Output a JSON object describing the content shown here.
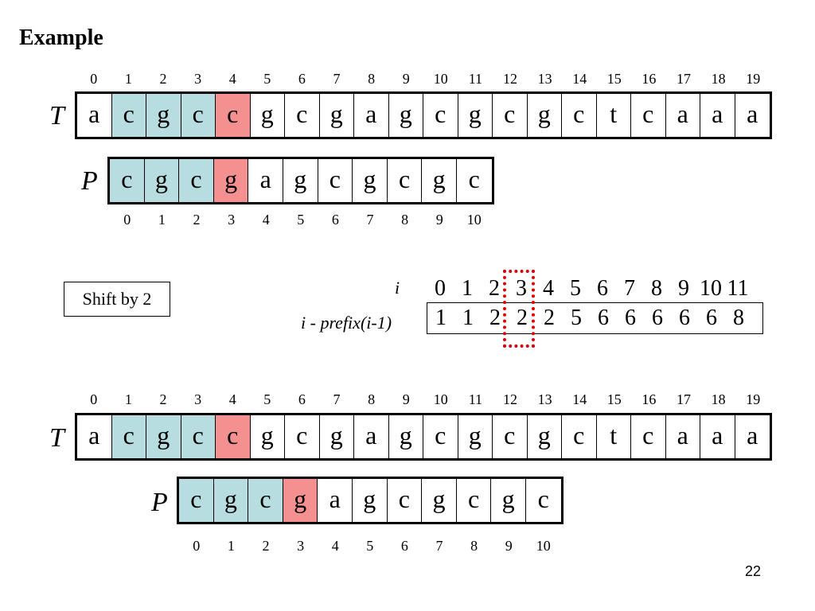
{
  "slide": {
    "title": "Example",
    "page_number": "22",
    "shift_label": "Shift by 2"
  },
  "colors": {
    "match": "#b7dde0",
    "mismatch": "#f4908f",
    "highlight": "#e00000",
    "plain": "#ffffff"
  },
  "top": {
    "text_label": "T",
    "pattern_label": "P",
    "text_indices": [
      "0",
      "1",
      "2",
      "3",
      "4",
      "5",
      "6",
      "7",
      "8",
      "9",
      "10",
      "11",
      "12",
      "13",
      "14",
      "15",
      "16",
      "17",
      "18",
      "19"
    ],
    "text": [
      "a",
      "c",
      "g",
      "c",
      "c",
      "g",
      "c",
      "g",
      "a",
      "g",
      "c",
      "g",
      "c",
      "g",
      "c",
      "t",
      "c",
      "a",
      "a",
      "a"
    ],
    "text_states": [
      "plain",
      "match",
      "match",
      "match",
      "mismatch",
      "plain",
      "plain",
      "plain",
      "plain",
      "plain",
      "plain",
      "plain",
      "plain",
      "plain",
      "plain",
      "plain",
      "plain",
      "plain",
      "plain",
      "plain"
    ],
    "pattern_indices": [
      "0",
      "1",
      "2",
      "3",
      "4",
      "5",
      "6",
      "7",
      "8",
      "9",
      "10"
    ],
    "pattern": [
      "c",
      "g",
      "c",
      "g",
      "a",
      "g",
      "c",
      "g",
      "c",
      "g",
      "c"
    ],
    "pattern_states": [
      "match",
      "match",
      "match",
      "mismatch",
      "plain",
      "plain",
      "plain",
      "plain",
      "plain",
      "plain",
      "plain"
    ]
  },
  "bottom": {
    "text_label": "T",
    "pattern_label": "P",
    "text_indices": [
      "0",
      "1",
      "2",
      "3",
      "4",
      "5",
      "6",
      "7",
      "8",
      "9",
      "10",
      "11",
      "12",
      "13",
      "14",
      "15",
      "16",
      "17",
      "18",
      "19"
    ],
    "text": [
      "a",
      "c",
      "g",
      "c",
      "c",
      "g",
      "c",
      "g",
      "a",
      "g",
      "c",
      "g",
      "c",
      "g",
      "c",
      "t",
      "c",
      "a",
      "a",
      "a"
    ],
    "text_states": [
      "plain",
      "match",
      "match",
      "match",
      "mismatch",
      "plain",
      "plain",
      "plain",
      "plain",
      "plain",
      "plain",
      "plain",
      "plain",
      "plain",
      "plain",
      "plain",
      "plain",
      "plain",
      "plain",
      "plain"
    ],
    "pattern_indices": [
      "0",
      "1",
      "2",
      "3",
      "4",
      "5",
      "6",
      "7",
      "8",
      "9",
      "10"
    ],
    "pattern": [
      "c",
      "g",
      "c",
      "g",
      "a",
      "g",
      "c",
      "g",
      "c",
      "g",
      "c"
    ],
    "pattern_states": [
      "match",
      "match",
      "match",
      "mismatch",
      "plain",
      "plain",
      "plain",
      "plain",
      "plain",
      "plain",
      "plain"
    ]
  },
  "table": {
    "i_label": "i",
    "value_label": "i - prefix(i-1)",
    "i": [
      "0",
      "1",
      "2",
      "3",
      "4",
      "5",
      "6",
      "7",
      "8",
      "9",
      "10",
      "11"
    ],
    "values": [
      "1",
      "1",
      "2",
      "2",
      "2",
      "5",
      "6",
      "6",
      "6",
      "6",
      "6",
      "8"
    ],
    "highlight_index": 3
  }
}
